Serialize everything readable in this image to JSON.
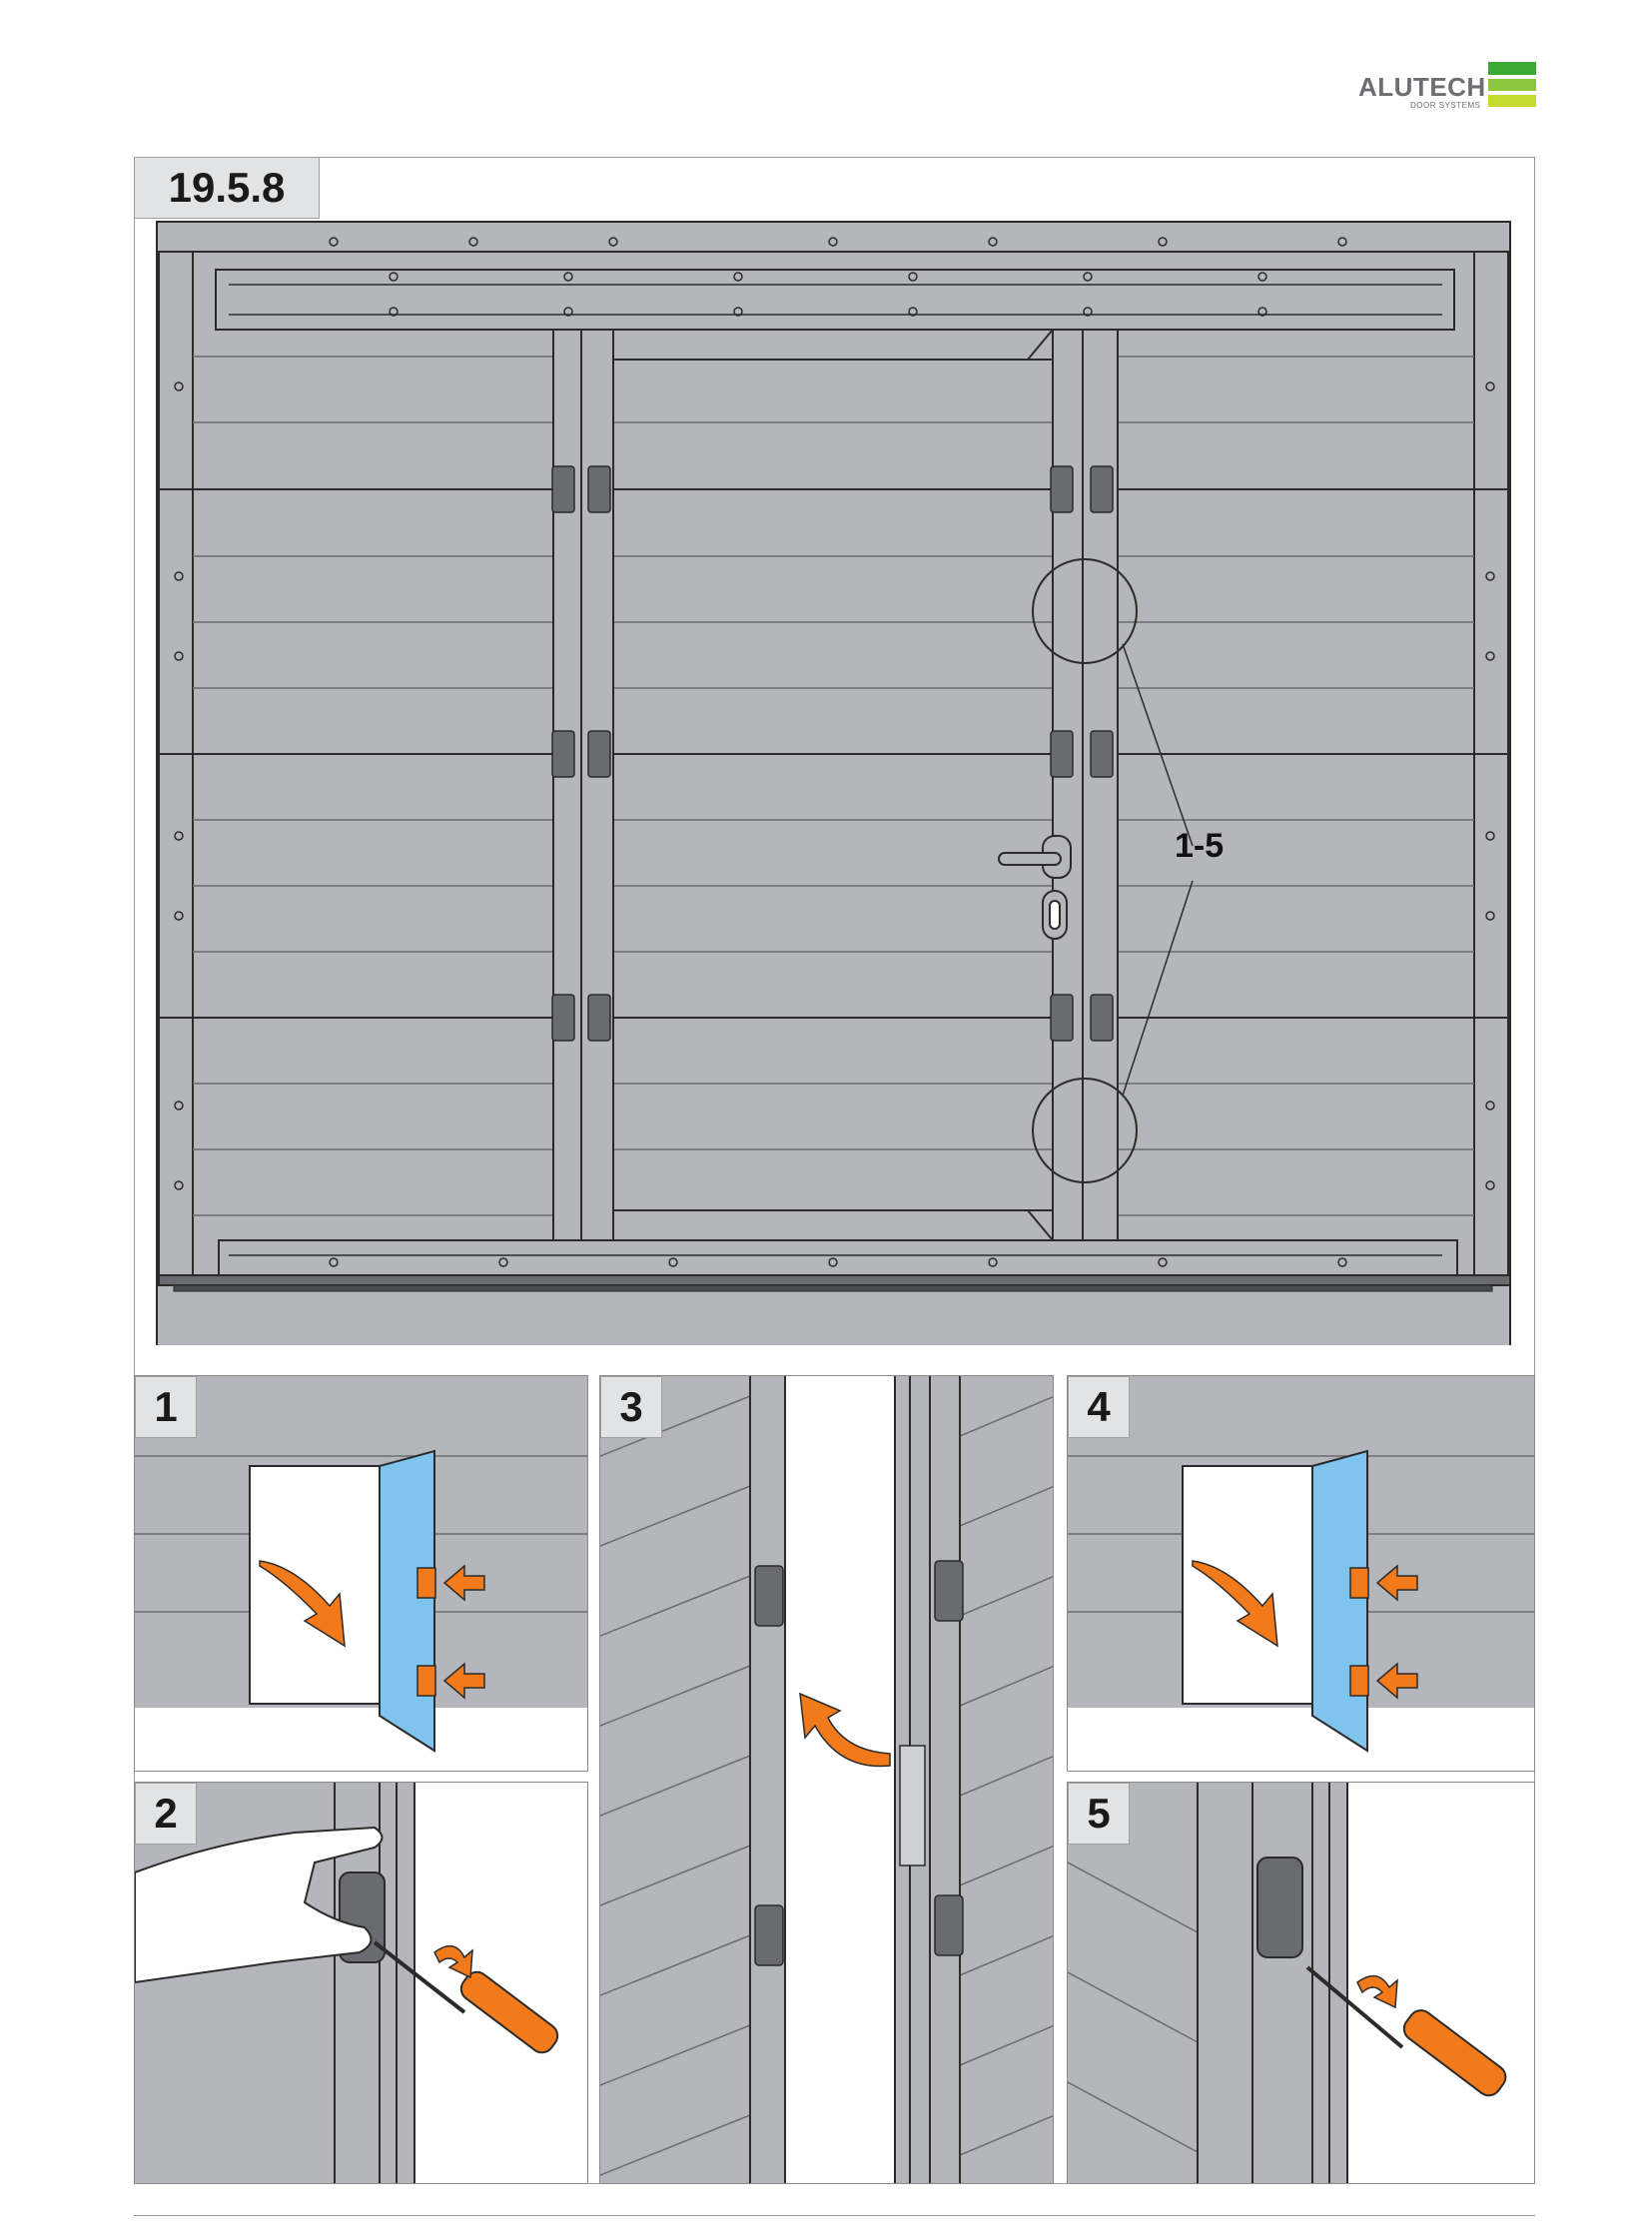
{
  "brand": {
    "name": "ALUTECH",
    "sub": "DOOR SYSTEMS",
    "colors": [
      "#3aaa35",
      "#8cc63f",
      "#c6d92f"
    ]
  },
  "section": {
    "number": "19.5.8"
  },
  "callout": {
    "label": "1-5"
  },
  "steps": [
    {
      "id": "1",
      "label": "1"
    },
    {
      "id": "2",
      "label": "2"
    },
    {
      "id": "3",
      "label": "3"
    },
    {
      "id": "4",
      "label": "4"
    },
    {
      "id": "5",
      "label": "5"
    }
  ],
  "colors": {
    "panel": "#b4b6bc",
    "dark_line": "#2b2b2b",
    "arrow": "#f27a1a",
    "highlight": "#7fc4ec"
  },
  "icons": [
    "hinge-icon",
    "screwdriver-icon",
    "hand-icon",
    "arrow-icon",
    "door-handle-icon"
  ]
}
